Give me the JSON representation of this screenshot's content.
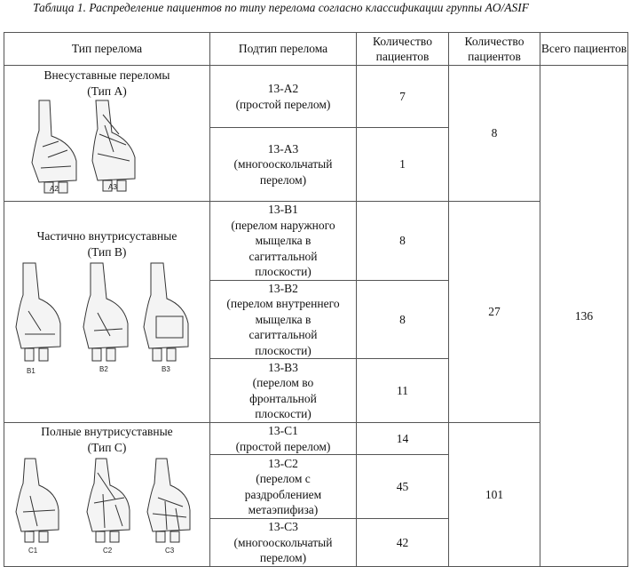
{
  "caption": "Таблица 1. Распределение пациентов по типу перелома согласно классификации группы AO/ASIF",
  "headers": {
    "type": "Тип перелома",
    "subtype": "Подтип перелома",
    "count1": "Количество пациентов",
    "count2": "Количество пациентов",
    "total": "Всего пациентов"
  },
  "groups": [
    {
      "label": "Внесуставные переломы\n(Тип А)",
      "group_count": "8",
      "figure_labels": [
        "A2",
        "A3"
      ],
      "rows": [
        {
          "subtype": "13-А2\n(простой перелом)",
          "count": "7"
        },
        {
          "subtype": "13-А3\n(многооскольчатый\nперелом)",
          "count": "1"
        }
      ]
    },
    {
      "label": "Частично внутрисуставные\n(Тип В)",
      "group_count": "27",
      "figure_labels": [
        "B1",
        "B2",
        "B3"
      ],
      "rows": [
        {
          "subtype": "13-В1\n(перелом наружного\nмыщелка в\nсагиттальной\nплоскости)",
          "count": "8"
        },
        {
          "subtype": "13-В2\n(перелом внутреннего\nмыщелка в\nсагиттальной\nплоскости)",
          "count": "8"
        },
        {
          "subtype": "13-В3\n(перелом во\nфронтальной\nплоскости)",
          "count": "11"
        }
      ]
    },
    {
      "label": "Полные внутрисуставные\n(Тип С)",
      "group_count": "101",
      "figure_labels": [
        "C1",
        "C2",
        "C3"
      ],
      "rows": [
        {
          "subtype": "13-С1\n(простой перелом)",
          "count": "14"
        },
        {
          "subtype": "13-С2\n(перелом с\nраздроблением\nметаэпифиза)",
          "count": "45"
        },
        {
          "subtype": "13-С3\n(многооскольчатый\nперелом)",
          "count": "42"
        }
      ]
    }
  ],
  "total": "136"
}
